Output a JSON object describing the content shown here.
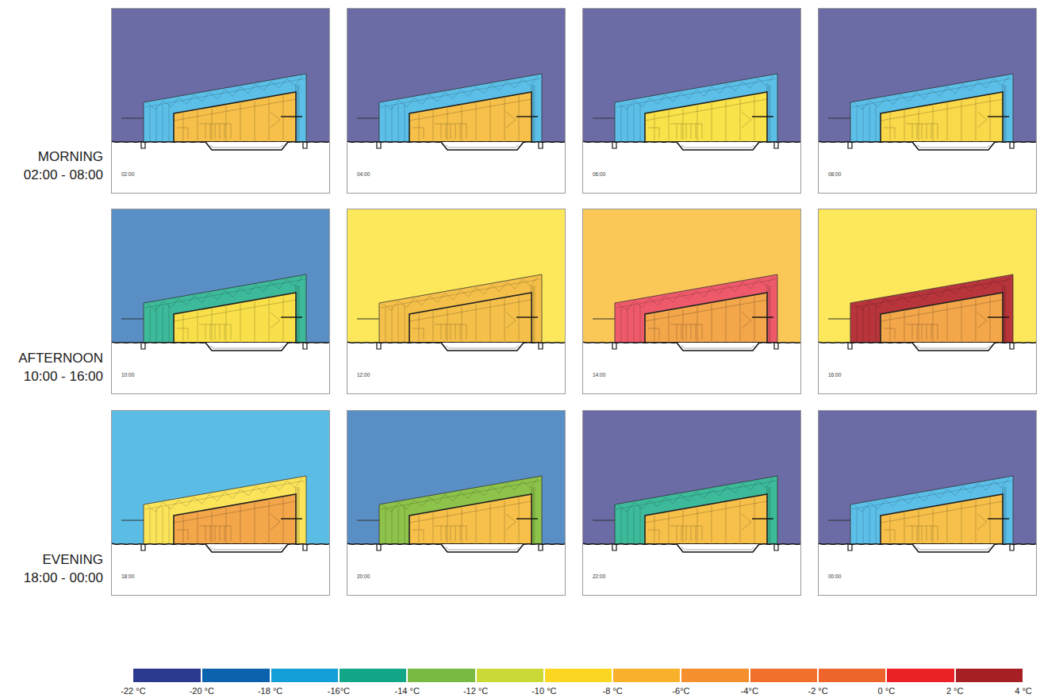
{
  "diagram": {
    "nodes": [
      {
        "text": [
          "02:00"
        ]
      },
      {
        "text": [
          "04:00"
        ]
      },
      {
        "text": [
          "06:00"
        ]
      },
      {
        "text": [
          "08:00"
        ]
      },
      {
        "text": [
          "10:00"
        ]
      },
      {
        "text": [
          "12:00"
        ]
      },
      {
        "text": [
          "14:00"
        ]
      },
      {
        "text": [
          "16:00"
        ]
      },
      {
        "text": [
          "18:00"
        ]
      },
      {
        "text": [
          "20:00"
        ]
      },
      {
        "text": [
          "22:00"
        ]
      },
      {
        "text": [
          "00:00"
        ]
      }
    ],
    "labels": [
      "MORNING",
      "02:00 - 08:00",
      "AFTERNOON",
      "10:00 - 16:00",
      "EVENING",
      "18:00 - 00:00",
      "4 °C"
    ],
    "legend": [
      {
        "text": "-22 °C",
        "color": "#2b3990"
      },
      {
        "text": "-20 °C",
        "color": "#0b62ad"
      },
      {
        "text": "-18 °C",
        "color": "#149fd8"
      },
      {
        "text": "-16°C",
        "color": "#12a887"
      },
      {
        "text": "-14 °C",
        "color": "#79bb42"
      },
      {
        "text": "-12 °C",
        "color": "#cbd937"
      },
      {
        "text": "-10 °C",
        "color": "#fbd722"
      },
      {
        "text": "-8 °C",
        "color": "#f9b12b"
      },
      {
        "text": "-6°C",
        "color": "#f68f2d"
      },
      {
        "text": "-4°C",
        "color": "#f1712b"
      },
      {
        "text": "-2 °C",
        "color": "#ee652c"
      },
      {
        "text": "0 °C",
        "color": "#ec2127"
      },
      {
        "text": "2 °C",
        "color": "#a61f24"
      }
    ]
  }
}
